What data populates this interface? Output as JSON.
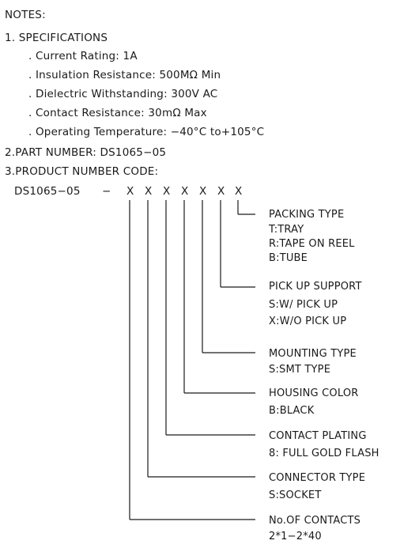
{
  "notes_heading": "NOTES:",
  "specifications": {
    "heading": "1. SPECIFICATIONS",
    "items": [
      ". Current Rating: 1A",
      ". Insulation Resistance: 500MΩ Min",
      ". Dielectric Withstanding: 300V AC",
      ". Contact Resistance: 30mΩ Max",
      ". Operating Temperature: −40°C to+105°C"
    ]
  },
  "part_number": "2.PART NUMBER: DS1065−05",
  "product_code": {
    "heading": "3.PRODUCT NUMBER CODE:",
    "prefix": "DS1065−05",
    "dash": "−",
    "placeholders": [
      "X",
      "X",
      "X",
      "X",
      "X",
      "X",
      "X"
    ]
  },
  "code_fields": [
    {
      "title": "PACKING TYPE",
      "options": [
        "T:TRAY",
        "R:TAPE ON REEL",
        "B:TUBE"
      ]
    },
    {
      "title": "PICK UP SUPPORT",
      "options": [
        "S:W/ PICK UP",
        "X:W/O PICK UP"
      ]
    },
    {
      "title": "MOUNTING TYPE",
      "options": [
        "S:SMT TYPE"
      ]
    },
    {
      "title": "HOUSING COLOR",
      "options": [
        "B:BLACK"
      ]
    },
    {
      "title": "CONTACT PLATING",
      "options": [
        "8: FULL GOLD FLASH"
      ]
    },
    {
      "title": "CONNECTOR TYPE",
      "options": [
        "S:SOCKET"
      ]
    },
    {
      "title": "No.OF CONTACTS",
      "options": [
        "2*1−2*40"
      ]
    }
  ]
}
